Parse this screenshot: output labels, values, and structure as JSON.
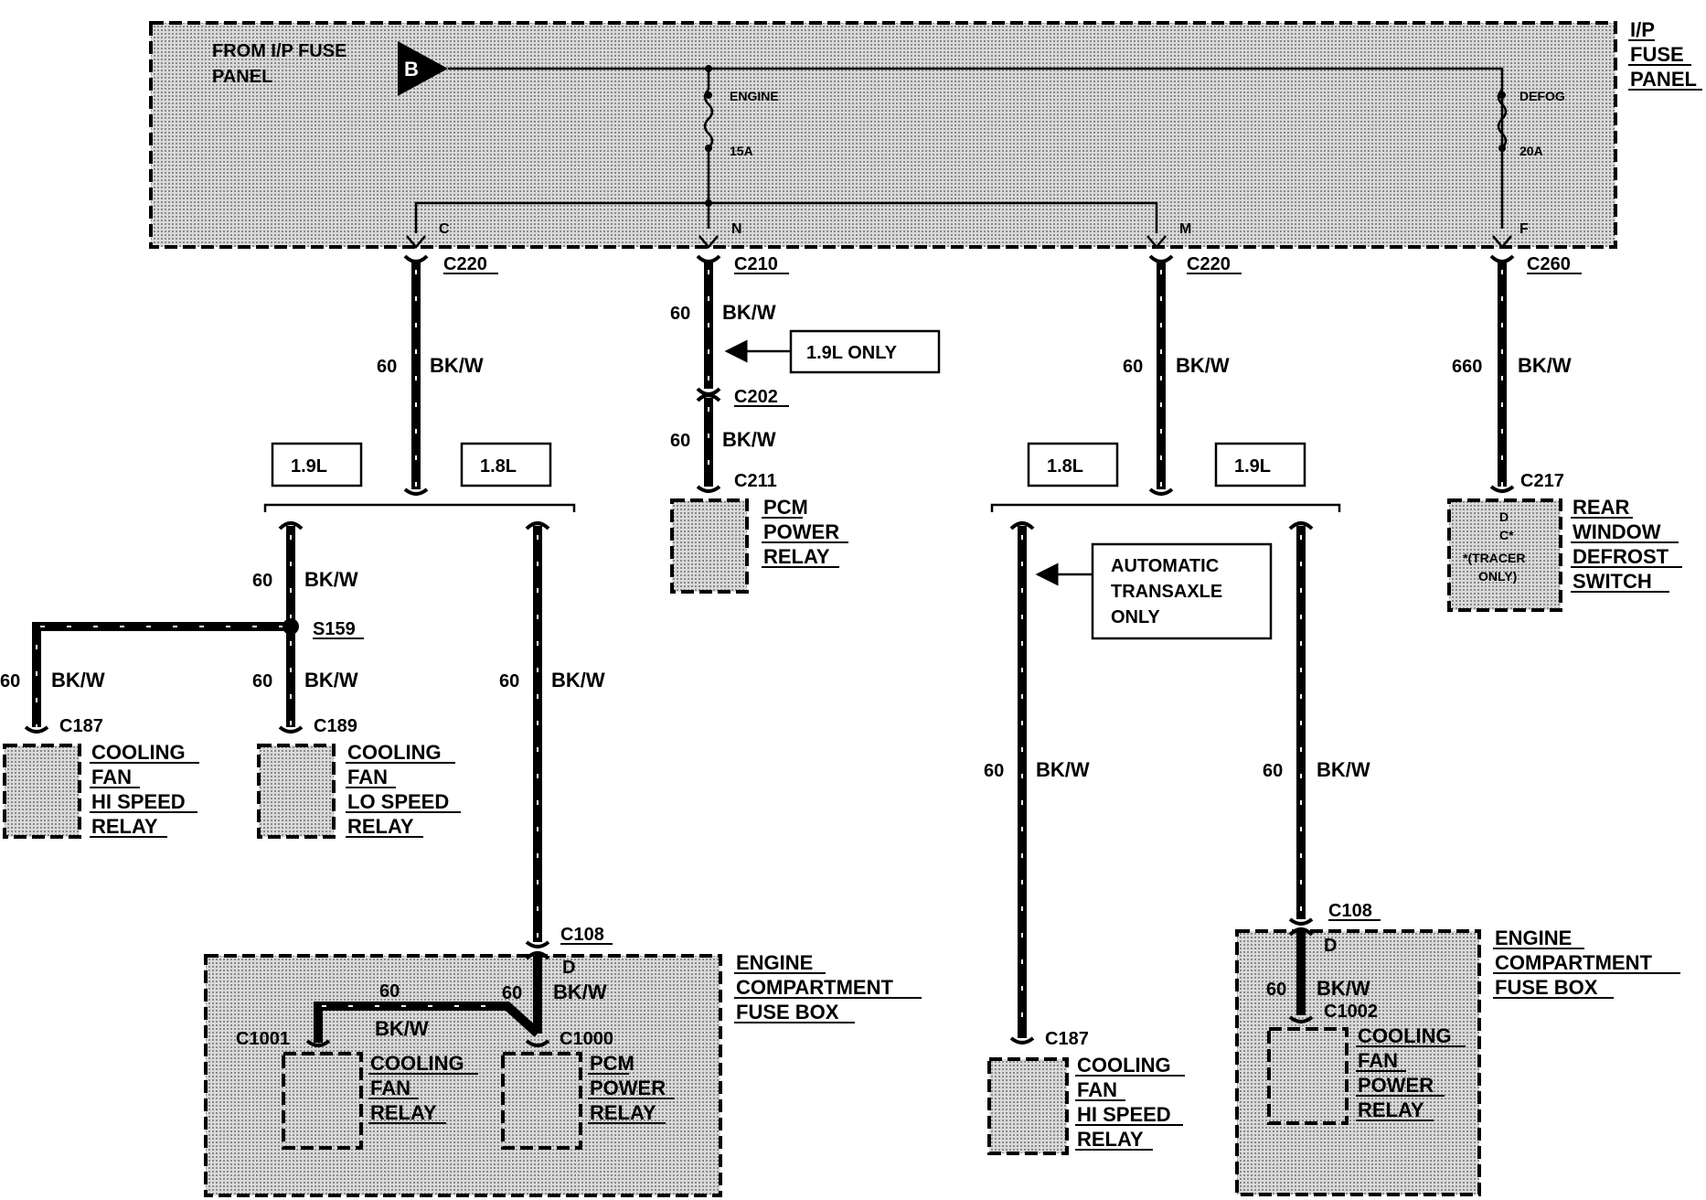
{
  "fuse_panel": {
    "title_lines": [
      "I/P",
      "FUSE",
      "PANEL"
    ],
    "from_lines": [
      "FROM I/P FUSE",
      "PANEL"
    ],
    "source_pin": "B",
    "fuse_engine_name": "ENGINE",
    "fuse_engine_rating": "15A",
    "fuse_defog_name": "DEFOG",
    "fuse_defog_rating": "20A",
    "pins": {
      "c": "C",
      "n": "N",
      "m": "M",
      "f": "F"
    }
  },
  "connectors": {
    "c220_left": "C220",
    "c210": "C210",
    "c220_right": "C220",
    "c260": "C260",
    "c202": "C202",
    "c211": "C211",
    "c217": "C217",
    "s159": "S159",
    "c187_left": "C187",
    "c189": "C189",
    "c108_left": "C108",
    "c1001": "C1001",
    "c1000": "C1000",
    "c187_right": "C187",
    "c108_right": "C108",
    "c1002": "C1002"
  },
  "wires": {
    "gauge": "60",
    "gauge_defog": "660",
    "color": "BK/W",
    "pin_d": "D"
  },
  "notes": {
    "only_19l": "1.9L ONLY",
    "auto_lines": [
      "AUTOMATIC",
      "TRANSAXLE",
      "ONLY"
    ],
    "variant_19l": "1.9L",
    "variant_18l": "1.8L"
  },
  "components": {
    "pcm_relay": [
      "PCM",
      "POWER",
      "RELAY"
    ],
    "rear_defrost": [
      "REAR",
      "WINDOW",
      "DEFROST",
      "SWITCH"
    ],
    "rear_defrost_inner": [
      "D",
      "C*",
      "*(TRACER",
      "ONLY)"
    ],
    "hi_relay": [
      "COOLING",
      "FAN",
      "HI SPEED",
      "RELAY"
    ],
    "lo_relay": [
      "COOLING",
      "FAN",
      "LO SPEED",
      "RELAY"
    ],
    "fuse_box": [
      "ENGINE",
      "COMPARTMENT",
      "FUSE BOX"
    ],
    "fan_relay": [
      "COOLING",
      "FAN",
      "RELAY"
    ],
    "fan_power_relay": [
      "COOLING",
      "FAN",
      "POWER",
      "RELAY"
    ]
  }
}
